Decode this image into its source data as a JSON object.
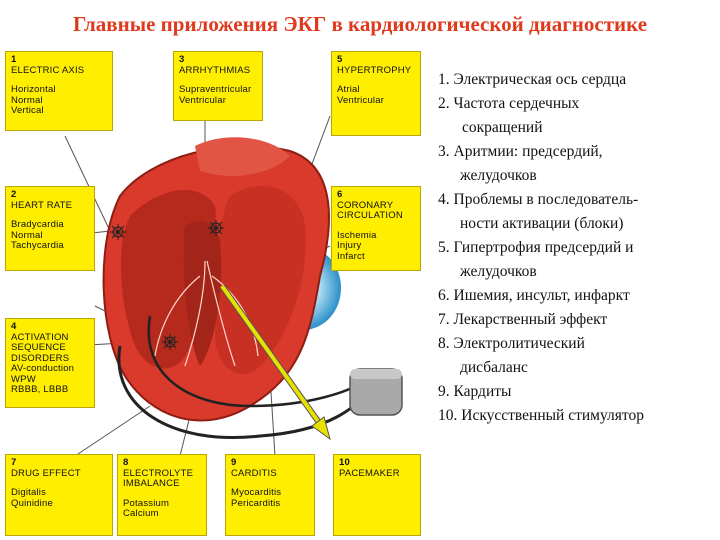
{
  "title": "Главные приложения ЭКГ в кардиологической диагностике",
  "boxes": [
    {
      "num": "1",
      "head": "ELECTRIC AXIS",
      "subs": [
        "Horizontal",
        "Normal",
        "Vertical"
      ]
    },
    {
      "num": "3",
      "head": "ARRHYTHMIAS",
      "subs": [
        "Supraventricular",
        "Ventricular"
      ]
    },
    {
      "num": "5",
      "head": "HYPERTROPHY",
      "subs": [
        "Atrial",
        "Ventricular"
      ]
    },
    {
      "num": "2",
      "head": "HEART RATE",
      "subs": [
        "Bradycardia",
        "Normal",
        "Tachycardia"
      ]
    },
    {
      "num": "6",
      "head": "CORONARY CIRCULATION",
      "subs": [
        "Ischemia",
        "Injury",
        "Infarct"
      ]
    },
    {
      "num": "4",
      "head": "ACTIVATION SEQUENCE DISORDERS",
      "subs": [
        "AV-conduction",
        "WPW",
        "RBBB, LBBB"
      ]
    },
    {
      "num": "7",
      "head": "DRUG EFFECT",
      "subs": [
        "Digitalis",
        "Quinidine"
      ]
    },
    {
      "num": "8",
      "head": "ELECTROLYTE IMBALANCE",
      "subs": [
        "Potassium",
        "Calcium"
      ]
    },
    {
      "num": "9",
      "head": "CARDITIS",
      "subs": [
        "Myocarditis",
        "Pericarditis"
      ]
    },
    {
      "num": "10",
      "head": "PACEMAKER",
      "subs": []
    }
  ],
  "list": [
    [
      "1. Электрическая ось сердца"
    ],
    [
      "2. Частота сердечных",
      "сокращений"
    ],
    [
      "3. Аритмии: предсердий,",
      "желудочков"
    ],
    [
      "4. Проблемы в последователь-",
      "ности активации (блоки)"
    ],
    [
      "5. Гипертрофия предсердий и",
      "желудочков"
    ],
    [
      "6. Ишемия, инсульт, инфаркт"
    ],
    [
      "7. Лекарственный  эффект"
    ],
    [
      "8. Электролитический",
      "дисбаланс"
    ],
    [
      "9. Кардиты"
    ],
    [
      "10. Искусственный стимулятор"
    ]
  ],
  "colors": {
    "title": "#e03a1e",
    "box": "#ffee00",
    "heart": "#d93a2b",
    "heart_dark": "#8e1d14",
    "arrow": "#e8e000"
  },
  "icons": [
    "heart-illustration",
    "pacemaker-icon",
    "activation-star-icon"
  ]
}
